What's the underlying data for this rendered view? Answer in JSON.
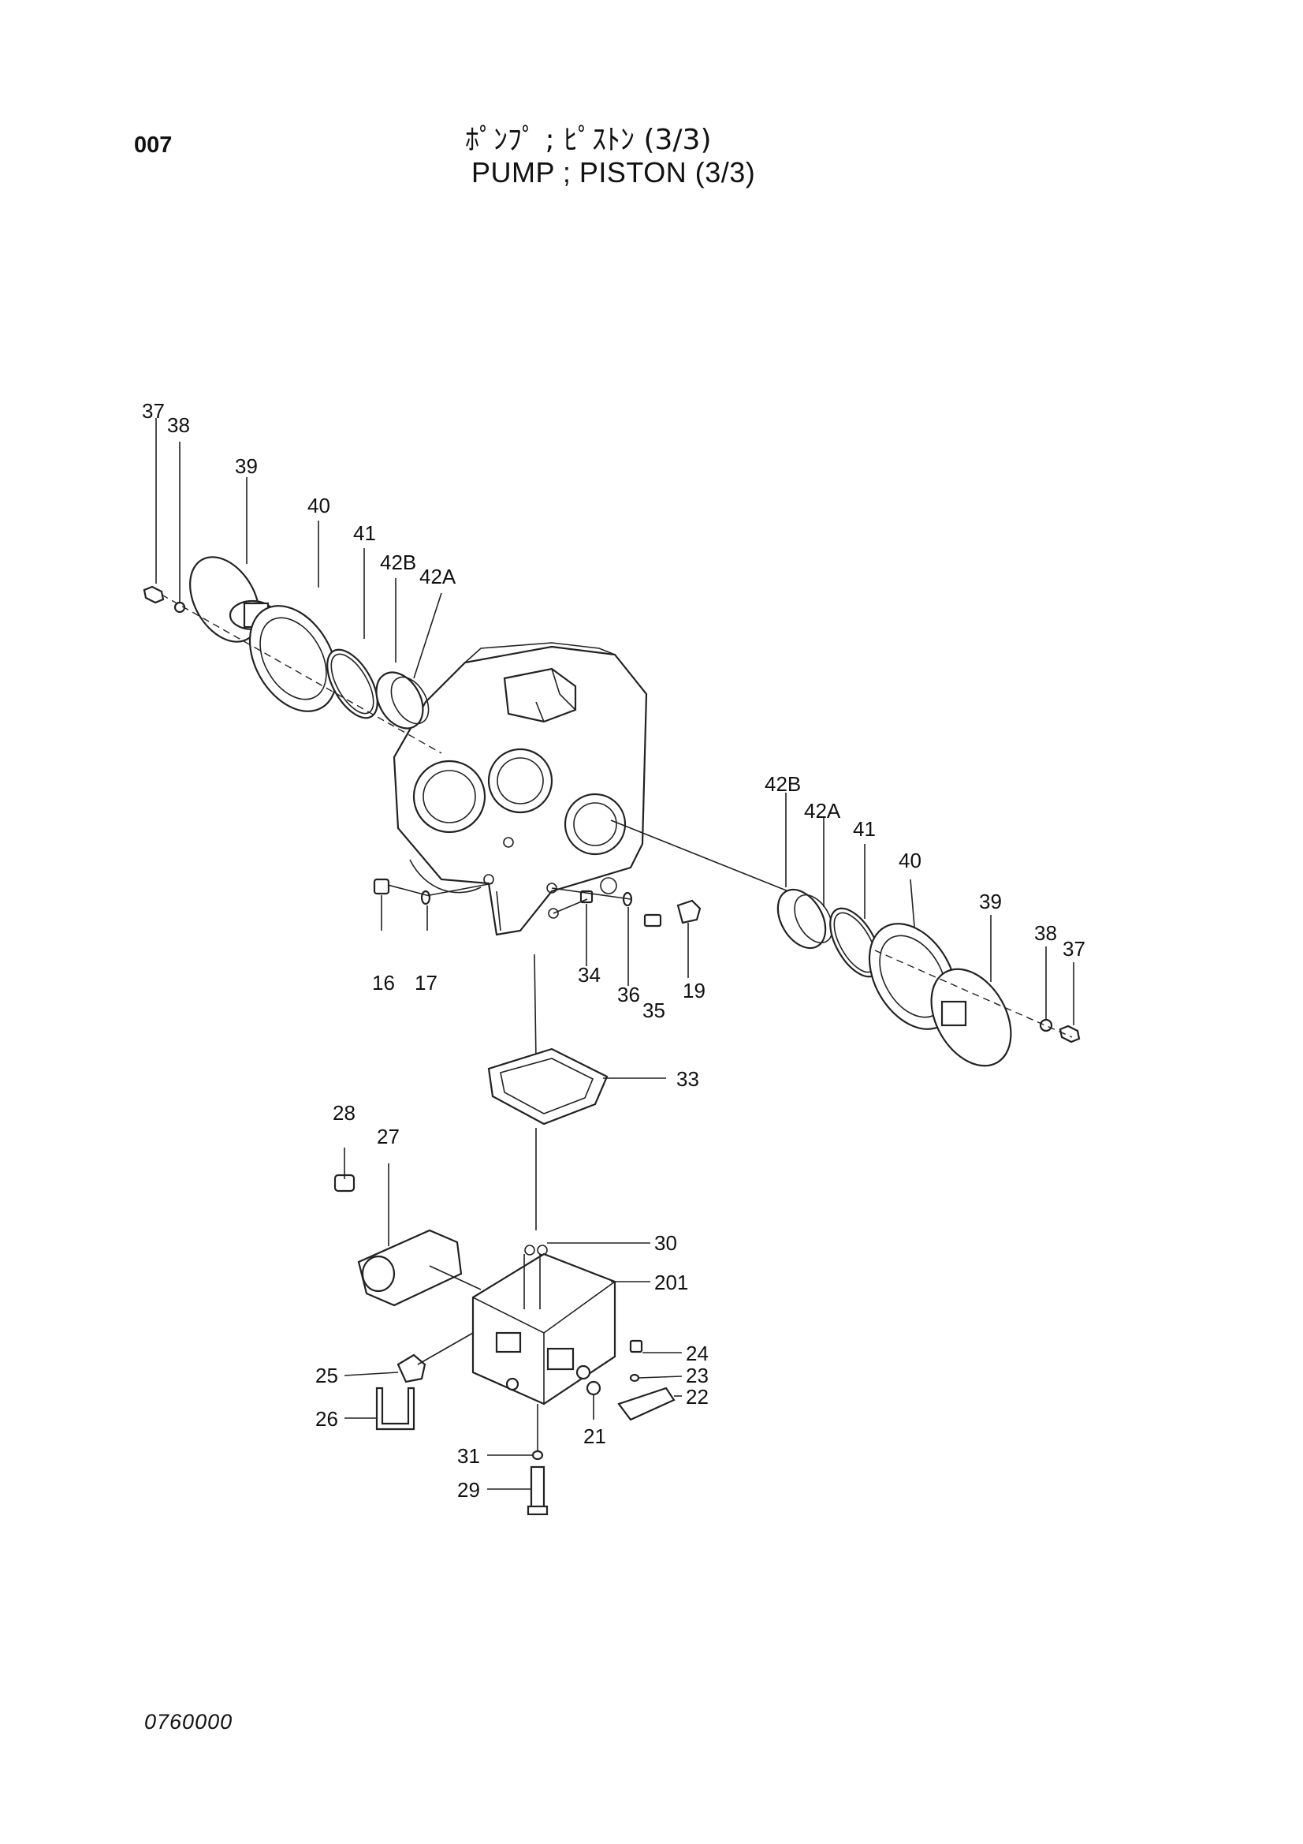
{
  "page": {
    "number": "007",
    "title_jp": "ﾎﾟﾝﾌﾟ ; ﾋﾟｽﾄﾝ (3/3)",
    "title_en": "PUMP ; PISTON (3/3)",
    "document_code": "0760000"
  },
  "callouts": [
    {
      "id": "c37a",
      "label": "37"
    },
    {
      "id": "c38a",
      "label": "38"
    },
    {
      "id": "c39a",
      "label": "39"
    },
    {
      "id": "c40a",
      "label": "40"
    },
    {
      "id": "c41a",
      "label": "41"
    },
    {
      "id": "c42Ba",
      "label": "42B"
    },
    {
      "id": "c42Aa",
      "label": "42A"
    },
    {
      "id": "c42Bb",
      "label": "42B"
    },
    {
      "id": "c42Ab",
      "label": "42A"
    },
    {
      "id": "c41b",
      "label": "41"
    },
    {
      "id": "c40b",
      "label": "40"
    },
    {
      "id": "c39b",
      "label": "39"
    },
    {
      "id": "c38b",
      "label": "38"
    },
    {
      "id": "c37b",
      "label": "37"
    },
    {
      "id": "c16",
      "label": "16"
    },
    {
      "id": "c17",
      "label": "17"
    },
    {
      "id": "c34",
      "label": "34"
    },
    {
      "id": "c36",
      "label": "36"
    },
    {
      "id": "c35",
      "label": "35"
    },
    {
      "id": "c19",
      "label": "19"
    },
    {
      "id": "c33",
      "label": "33"
    },
    {
      "id": "c28",
      "label": "28"
    },
    {
      "id": "c27",
      "label": "27"
    },
    {
      "id": "c30",
      "label": "30"
    },
    {
      "id": "c201",
      "label": "201"
    },
    {
      "id": "c24",
      "label": "24"
    },
    {
      "id": "c23",
      "label": "23"
    },
    {
      "id": "c22",
      "label": "22"
    },
    {
      "id": "c25",
      "label": "25"
    },
    {
      "id": "c26",
      "label": "26"
    },
    {
      "id": "c21",
      "label": "21"
    },
    {
      "id": "c31",
      "label": "31"
    },
    {
      "id": "c29",
      "label": "29"
    }
  ]
}
